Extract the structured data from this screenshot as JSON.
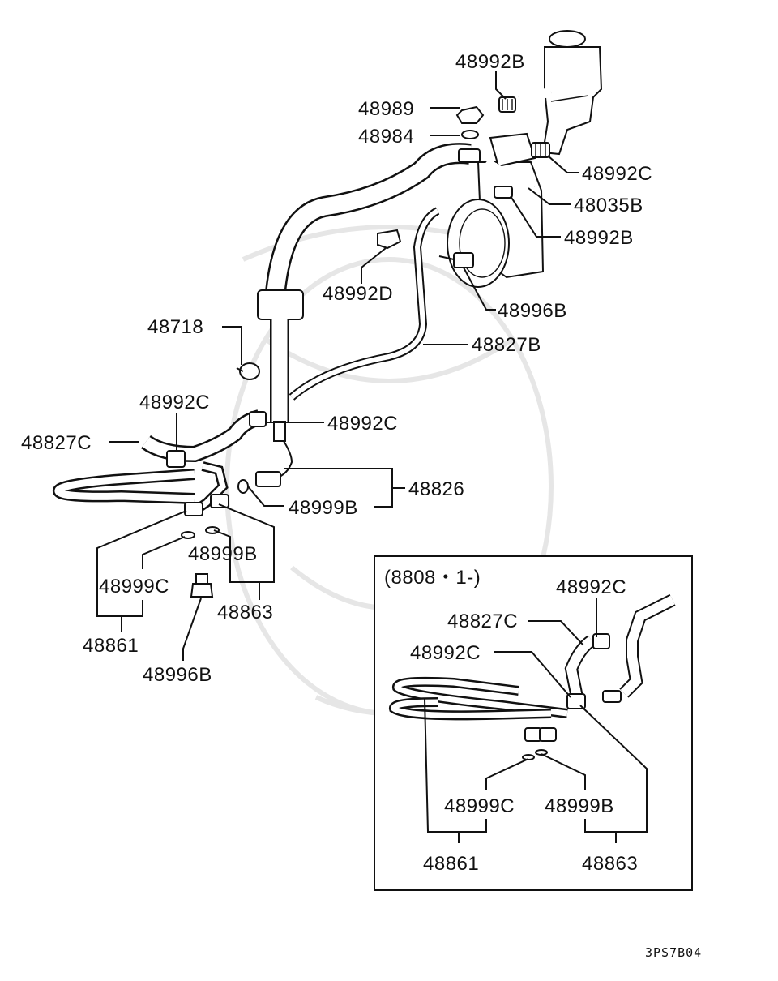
{
  "labels": {
    "p48992B_top": "48992B",
    "p48989": "48989",
    "p48984": "48984",
    "p48992C_top": "48992C",
    "p48035B": "48035B",
    "p48992B_mid": "48992B",
    "p48992D": "48992D",
    "p48996B_pump": "48996B",
    "p48718": "48718",
    "p48827B": "48827B",
    "p48992C_left": "48992C",
    "p48992C_mid": "48992C",
    "p48827C": "48827C",
    "p48826": "48826",
    "p48999B_main": "48999B",
    "p48999B_low": "48999B",
    "p48999C": "48999C",
    "p48863": "48863",
    "p48861": "48861",
    "p48996B_bottom": "48996B"
  },
  "inset": {
    "title": "(8808・1-)",
    "p48992C_a": "48992C",
    "p48827C": "48827C",
    "p48992C_b": "48992C",
    "p48999C": "48999C",
    "p48999B": "48999B",
    "p48861": "48861",
    "p48863": "48863"
  },
  "diagram_code": "3PS7B04"
}
